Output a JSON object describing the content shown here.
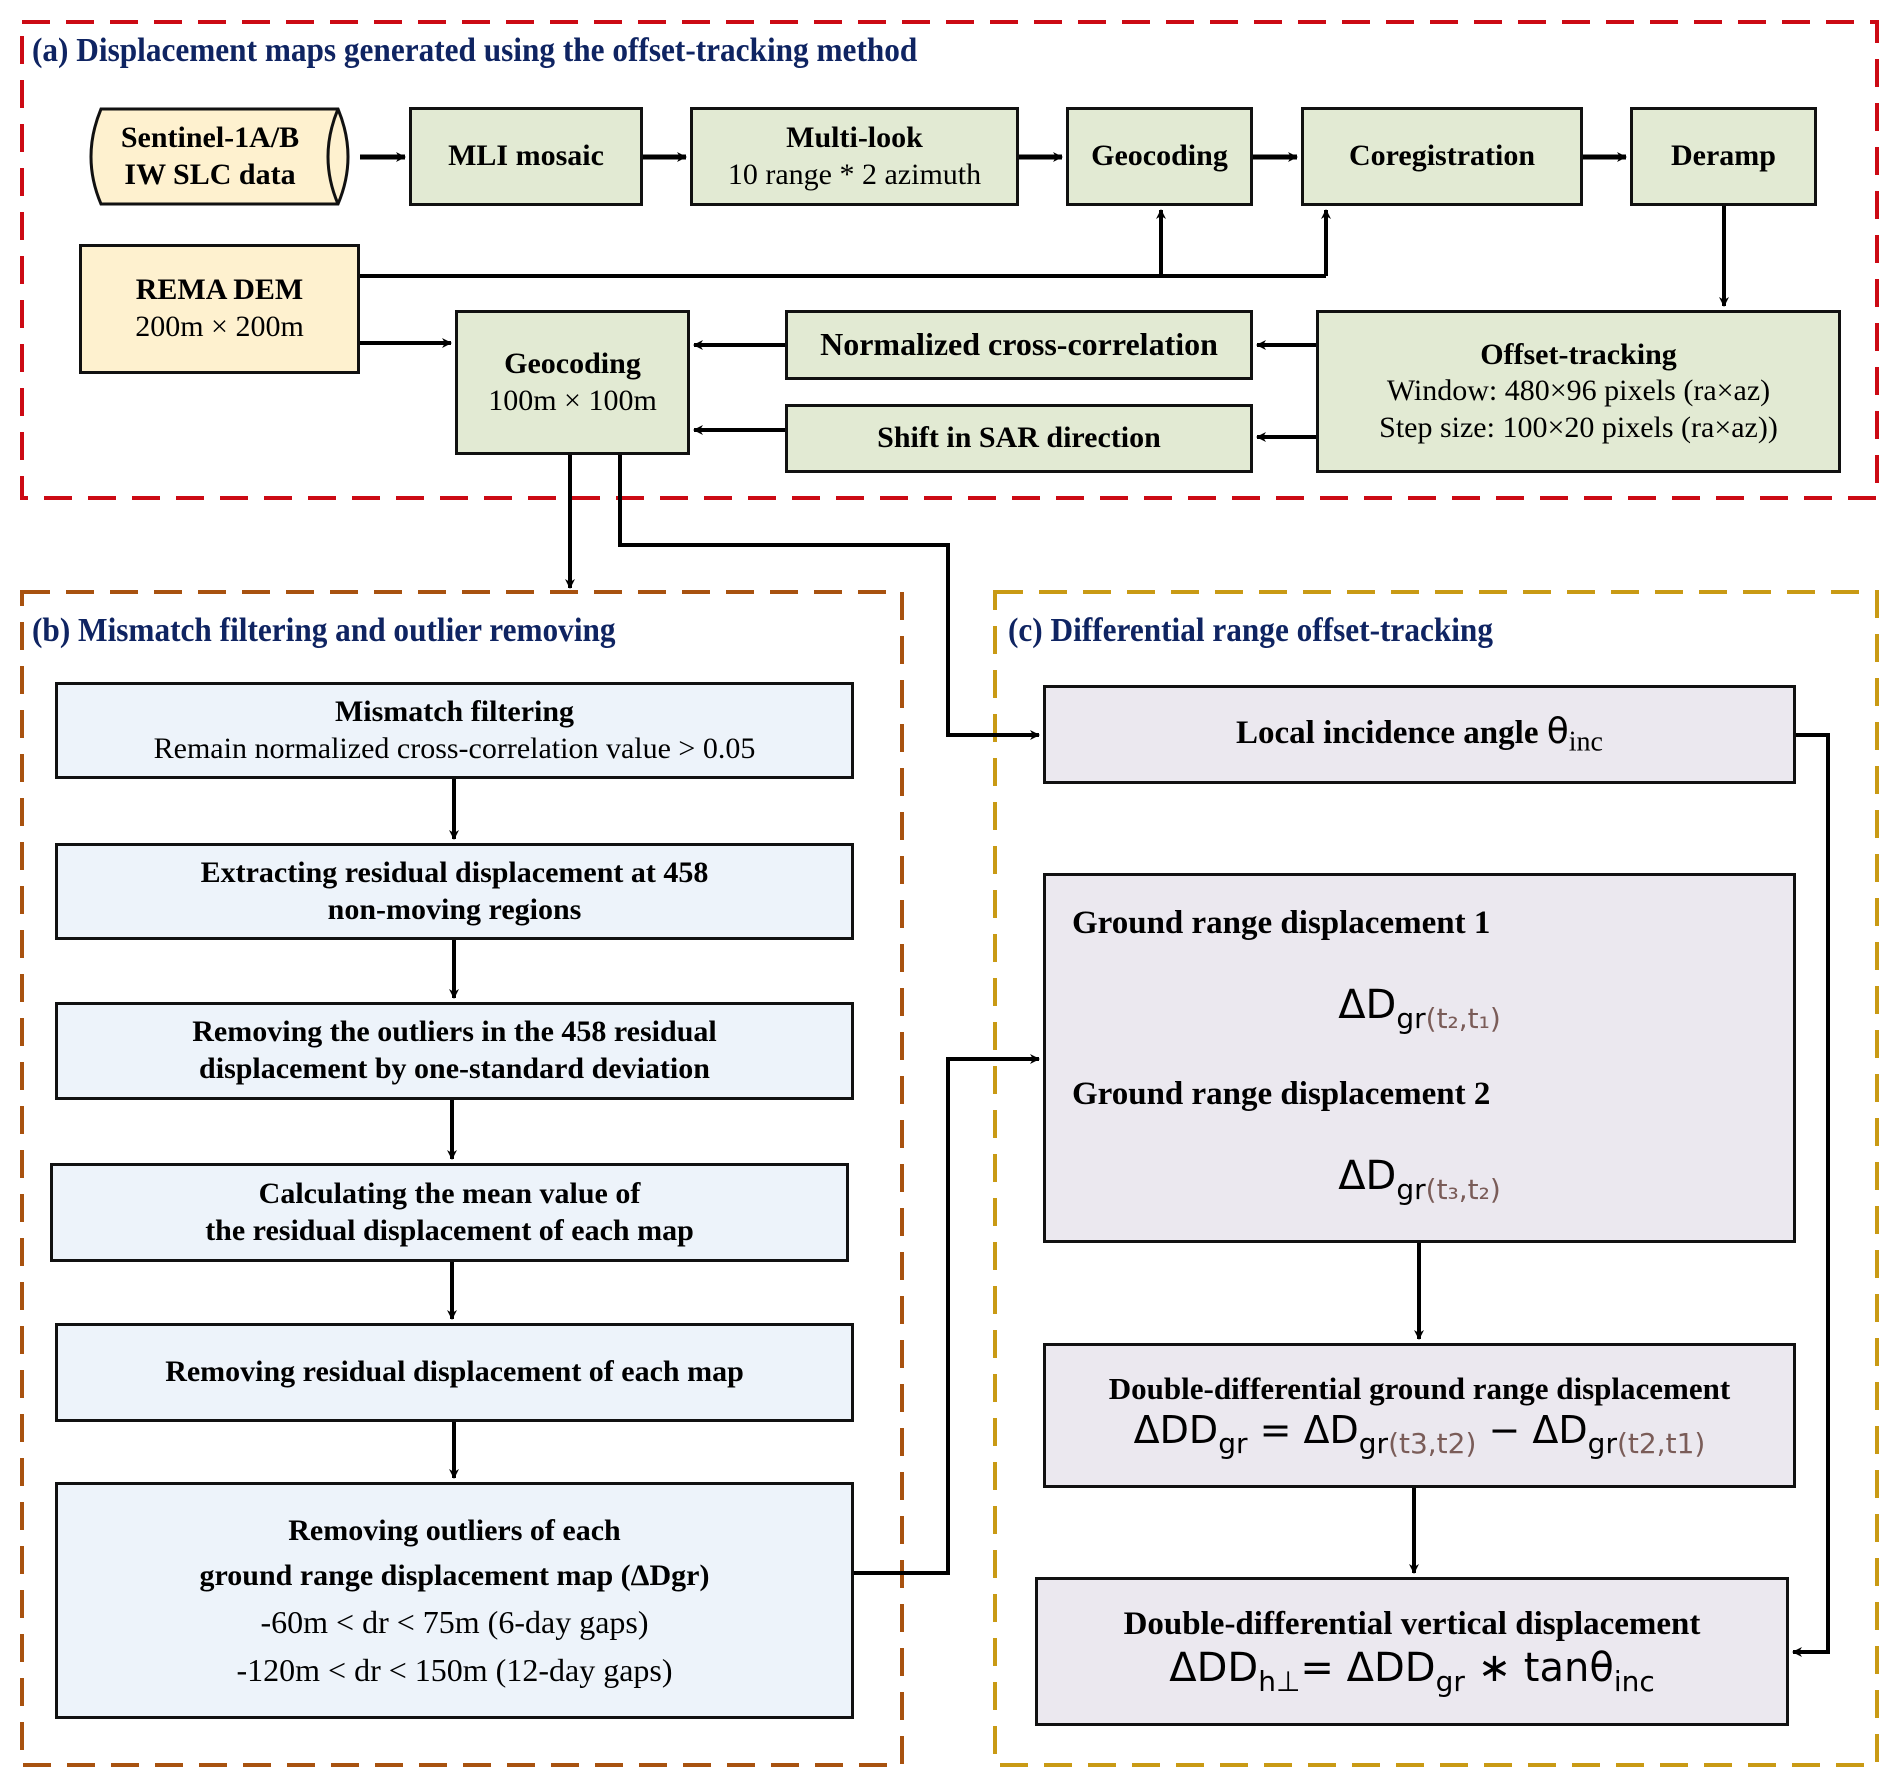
{
  "colors": {
    "section_a_border": "#cc0a14",
    "section_b_border": "#a8520f",
    "section_c_border": "#c99a14",
    "title_text": "#0f2462",
    "green_box": "#e2ead3",
    "yellow_box": "#fef1cf",
    "blue_box": "#edf3fa",
    "lavender_box": "#ebe8ef"
  },
  "section_a": {
    "title": "(a) Displacement maps generated using the offset-tracking method",
    "sentinel": {
      "line1": "Sentinel-1A/B",
      "line2": "IW SLC data"
    },
    "mli_mosaic": {
      "title": "MLI mosaic"
    },
    "multilook": {
      "title": "Multi-look",
      "detail": "10 range * 2 azimuth"
    },
    "geocoding_top": {
      "title": "Geocoding"
    },
    "coregistration": {
      "title": "Coregistration"
    },
    "deramp": {
      "title": "Deramp"
    },
    "rema_dem": {
      "title": "REMA DEM",
      "detail": "200m × 200m"
    },
    "geocoding_bottom": {
      "title": "Geocoding",
      "detail": "100m × 100m"
    },
    "ncc": {
      "title": "Normalized cross-correlation"
    },
    "shift": {
      "title": "Shift in SAR direction"
    },
    "offset_tracking": {
      "title": "Offset-tracking",
      "window": "Window: 480×96 pixels  (ra×az)",
      "step": "Step size: 100×20 pixels (ra×az))"
    }
  },
  "section_b": {
    "title": "(b) Mismatch filtering and outlier removing",
    "steps": [
      {
        "title": "Mismatch filtering",
        "detail": "Remain normalized cross-correlation value > 0.05"
      },
      {
        "line1": "Extracting residual displacement at 458",
        "line2": "non-moving regions"
      },
      {
        "line1": "Removing the outliers in the 458 residual",
        "line2": "displacement by one-standard deviation"
      },
      {
        "line1": "Calculating the mean value of",
        "line2": "the residual displacement of each map"
      },
      {
        "line1": "Removing residual displacement of each map"
      },
      {
        "line1": "Removing outliers of each",
        "line2": "ground range displacement map (ΔDgr)",
        "range1": "-60m < dr < 75m (6-day gaps)",
        "range2": "-120m < dr < 150m (12-day gaps)"
      }
    ]
  },
  "section_c": {
    "title": "(c) Differential range offset-tracking",
    "incidence": {
      "label": "Local incidence angle ",
      "symbol": "θ",
      "sub": "inc"
    },
    "ground_range": {
      "label1": "Ground range displacement 1",
      "eq1": {
        "base": "ΔD",
        "sub": "gr",
        "args": "(t₂,t₁)"
      },
      "label2": "Ground range displacement 2",
      "eq2": {
        "base": "ΔD",
        "sub": "gr",
        "args": "(t₃,t₂)"
      }
    },
    "dd_ground": {
      "title": "Double-differential ground range displacement",
      "lhs": "ΔDD",
      "lhs_sub": "gr",
      "eq": " = ",
      "t1": "ΔD",
      "t1_sub": "gr",
      "t1_args": "(t3,t2)",
      "minus": " − ",
      "t2": "ΔD",
      "t2_sub": "gr",
      "t2_args": "(t2,t1)"
    },
    "dd_vertical": {
      "title": "Double-differential vertical displacement",
      "lhs": "ΔDD",
      "lhs_sub": "h⊥",
      "eq": "= ",
      "rhs": "ΔDD",
      "rhs_sub": "gr",
      "op": " ∗ tanθ",
      "op_sub": "inc"
    }
  }
}
